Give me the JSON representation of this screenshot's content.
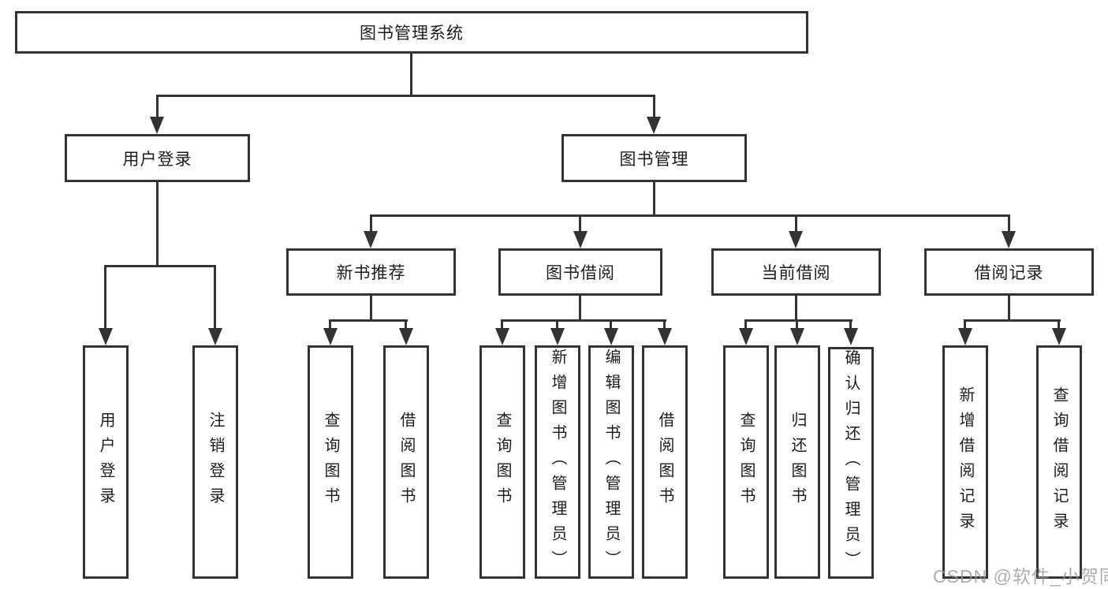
{
  "title": "图书管理系统",
  "tree": {
    "root": {
      "label": "图书管理系统"
    },
    "branches": [
      {
        "label": "用户登录",
        "children": [
          {
            "label": "用户登录"
          },
          {
            "label": "注销登录"
          }
        ]
      },
      {
        "label": "图书管理",
        "children": [
          {
            "label": "新书推荐",
            "children": [
              {
                "label": "查询图书"
              },
              {
                "label": "借阅图书"
              }
            ]
          },
          {
            "label": "图书借阅",
            "children": [
              {
                "label": "查询图书"
              },
              {
                "label": "新增图书（管理员）"
              },
              {
                "label": "编辑图书（管理员）"
              },
              {
                "label": "借阅图书"
              }
            ]
          },
          {
            "label": "当前借阅",
            "children": [
              {
                "label": "查询图书"
              },
              {
                "label": "归还图书"
              },
              {
                "label": "确认归还（管理员）"
              }
            ]
          },
          {
            "label": "借阅记录",
            "children": [
              {
                "label": "新增借阅记录"
              },
              {
                "label": "查询借阅记录"
              }
            ]
          }
        ]
      }
    ]
  },
  "watermark": {
    "text": "CSDN @软件_小贺同学"
  },
  "colors": {
    "line": "#333333",
    "text": "#1c1c1c",
    "watermark": "#969696",
    "background": "#ffffff"
  }
}
